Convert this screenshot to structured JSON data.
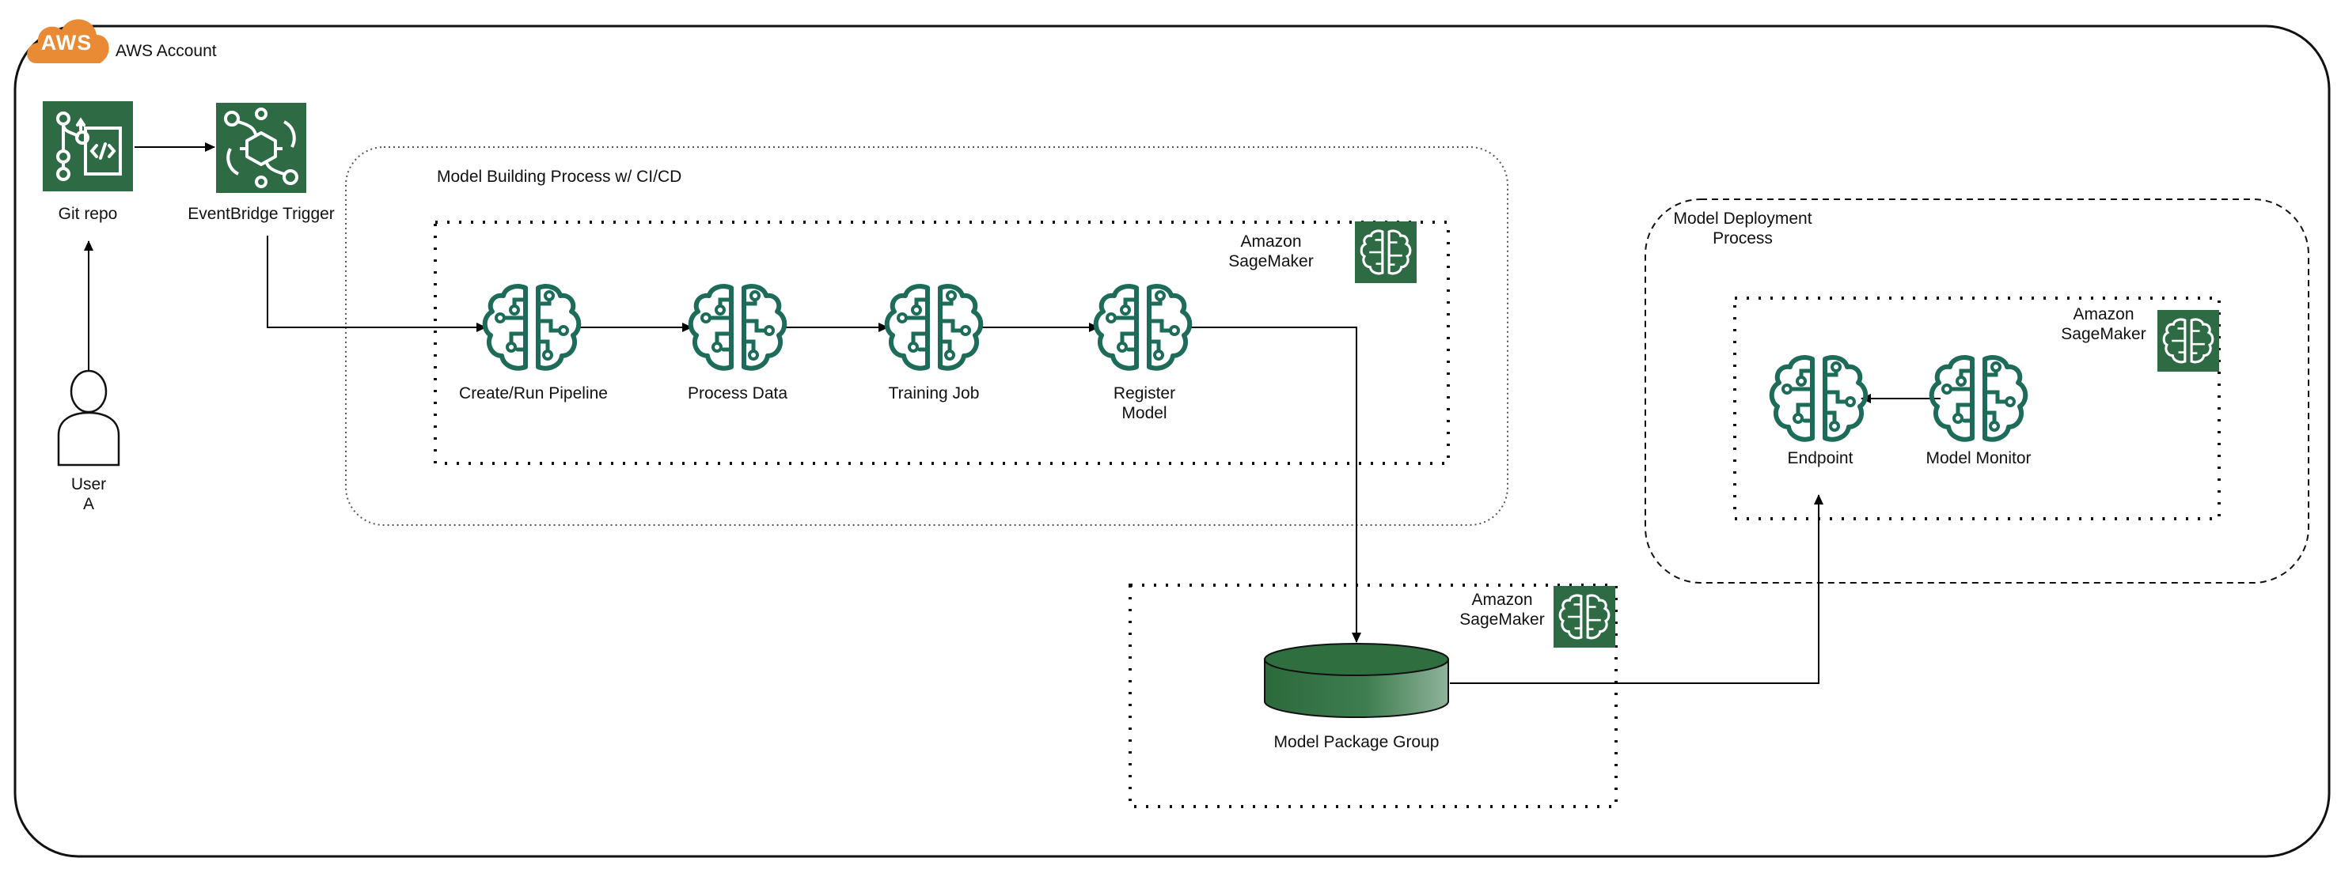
{
  "aws_account": {
    "logo_text": "AWS",
    "title": "AWS Account"
  },
  "git_repo": {
    "label": "Git repo"
  },
  "eventbridge": {
    "label": "EventBridge Trigger"
  },
  "user": {
    "label": "User\nA"
  },
  "model_building": {
    "title": "Model Building Process w/ CI/CD",
    "service_label": "Amazon\nSageMaker",
    "steps": [
      {
        "label": "Create/Run Pipeline"
      },
      {
        "label": "Process Data"
      },
      {
        "label": "Training Job"
      },
      {
        "label": "Register\nModel"
      }
    ]
  },
  "model_package": {
    "service_label": "Amazon\nSageMaker",
    "label": "Model Package Group"
  },
  "model_deployment": {
    "title": "Model Deployment\nProcess",
    "service_label": "Amazon\nSageMaker",
    "endpoint_label": "Endpoint",
    "monitor_label": "Model Monitor"
  },
  "colors": {
    "aws_orange": "#e98b35",
    "service_green": "#2e6b45",
    "brain_green": "#1d6b59",
    "cylinder_green": "#2f6e3f"
  },
  "icons": {
    "git": "git-repo-icon",
    "eventbridge": "eventbridge-icon",
    "user": "user-icon",
    "sagemaker": "sagemaker-icon",
    "brain": "brain-icon",
    "database": "cylinder-icon"
  }
}
